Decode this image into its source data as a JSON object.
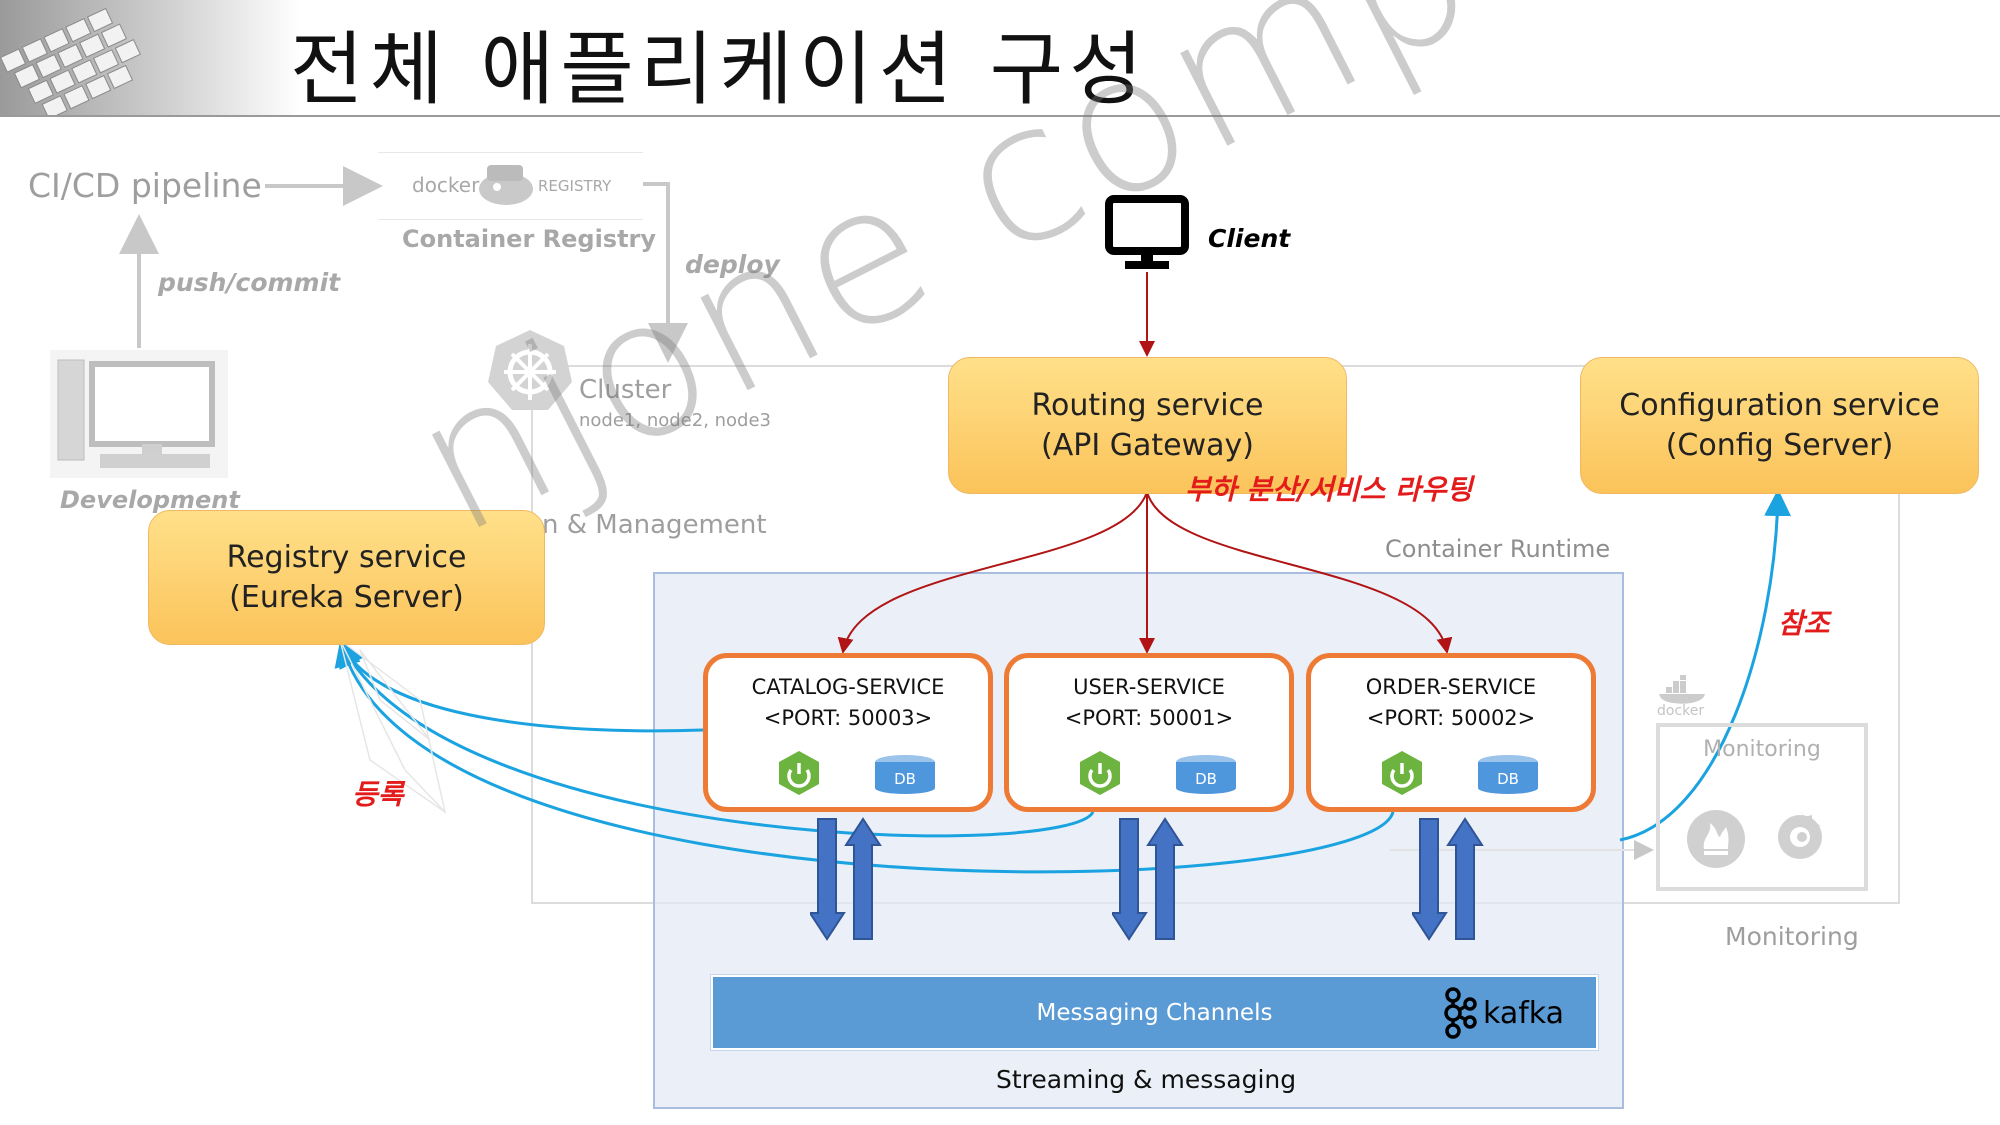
{
  "title": "전체 애플리케이션 구성",
  "pipeline": {
    "cicd": "CI/CD pipeline",
    "push_commit": "push/commit",
    "registry_logo_left": "docker",
    "registry_logo_right": "REGISTRY",
    "container_registry": "Container Registry",
    "deploy": "deploy",
    "development": "Development"
  },
  "cluster": {
    "label": "Cluster",
    "nodes": "node1, node2, node3",
    "management": "n & Management"
  },
  "client": {
    "label": "Client"
  },
  "routing": {
    "line1": "Routing service",
    "line2": "(API Gateway)"
  },
  "config": {
    "line1": "Configuration service",
    "line2": "(Config Server)"
  },
  "registry": {
    "line1": "Registry service",
    "line2": "(Eureka Server)"
  },
  "labels": {
    "load_balancing": "부하 분산/서비스 라우팅",
    "reference": "참조",
    "register": "등록"
  },
  "runtime": {
    "label": "Container Runtime"
  },
  "services": [
    {
      "name": "CATALOG-SERVICE",
      "port": "<PORT: 50003>",
      "db": "DB"
    },
    {
      "name": "USER-SERVICE",
      "port": "<PORT: 50001>",
      "db": "DB"
    },
    {
      "name": "ORDER-SERVICE",
      "port": "<PORT: 50002>",
      "db": "DB"
    }
  ],
  "messaging": {
    "bar": "Messaging Channels",
    "kafka": "kafka",
    "streaming": "Streaming & messaging"
  },
  "monitoring": {
    "docker": "docker",
    "inner": "Monitoring",
    "outer": "Monitoring"
  },
  "watermark": "njone company",
  "colors": {
    "orange_fill": "#fbc35a",
    "service_border": "#ee7b35",
    "blue_arrow": "#1aa3e0",
    "red_arrow": "#b01414",
    "message_bar": "#5b9bd5",
    "up_down_arrow": "#4472c4"
  }
}
